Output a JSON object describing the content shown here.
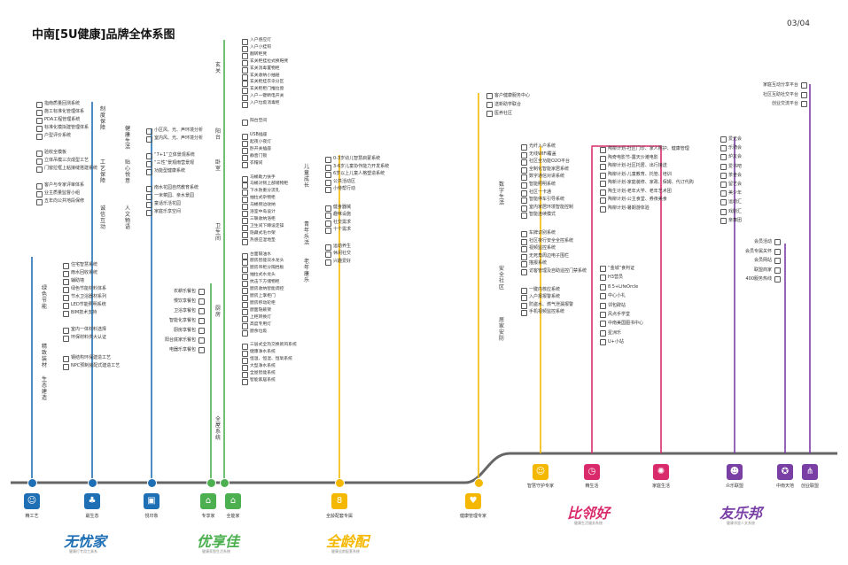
{
  "title": "中南[5U健康]品牌全体系图",
  "page_number": "03/04",
  "col1": {
    "groups": [
      {
        "label": "制度保障"
      },
      {
        "label": "工艺保障"
      },
      {
        "label": "诚信互动"
      }
    ],
    "items": [
      "指南质量回测系统",
      "施工标准化管理体系",
      "PDA工程管理系统",
      "标准化模拟建管理体系",
      "户型评价系统",
      "验收全模板",
      "立体吊模三次成型工艺",
      "门窗拉框上粘接缝搭建系统",
      "客户与专家评审体系",
      "业主质量监督小组",
      "五年向公共地段保修"
    ]
  },
  "col2": {
    "groups": [
      {
        "label": "健康生活"
      },
      {
        "label": "贴心悦意"
      },
      {
        "label": "人文物语"
      }
    ],
    "items": [
      "小区风、光、声环境分析",
      "室内风、光、声环境分析",
      "“7+1”立体景观系统",
      "“三性”景观雨营景观",
      "功能型健康系统",
      "南水花园自然教育系统",
      "一米菜园、亲水景园",
      "童话乐活花园",
      "家庭乐享空间"
    ]
  },
  "col3": {
    "groups": [
      {
        "label": "绿色节能"
      },
      {
        "label": "精致装材"
      },
      {
        "label": "生态建造"
      }
    ],
    "items": [
      "住宅智慧系统",
      "雨水回收系统",
      "辅助墙",
      "绿色节能材料体系",
      "节水卫浴器材系列",
      "LED节能照明系统",
      "BIM技术支持",
      "室内一体材料选择",
      "环保材料供大认证",
      "钢结构环保建造工艺",
      "NPC预制装配式建造工艺"
    ]
  },
  "col4": {
    "items": [
      "农耕乐餐包",
      "慢饮享餐包",
      "卫浴享餐包",
      "智能化享餐包",
      "厨房享餐包",
      "阳台底家乐餐包",
      "电器乐享餐包"
    ]
  },
  "col5": {
    "groups": [
      {
        "label": "玄关"
      },
      {
        "label": "阳台"
      },
      {
        "label": "卧室"
      },
      {
        "label": "卫生间"
      },
      {
        "label": "厨房"
      },
      {
        "label": "全屋系统"
      }
    ],
    "items": [
      "入户感应灯",
      "入户小挂钩",
      "翻转柜凳",
      "玄关柜挂拉式换鞋凳",
      "玄关消毒置物柜",
      "玄关收纳小抽屉",
      "玄关柜挂衣伞分区",
      "玄关柜柜门推拉窗",
      "入户一键断电开关",
      "入户垃圾消毒柜",
      "阳台空间",
      "USB插座",
      "起夜小夜灯",
      "卧开关插座",
      "静音门锁",
      "衣帽间",
      "马桶助力扶手",
      "马桶对侧上部储物柜",
      "下水防重分流孔",
      "抽拉式杂物柜",
      "马桶侧边收纳",
      "浴室中岛设计",
      "三联收纳浴柜",
      "卫生间下蹲设定操",
      "隐藏式毛巾架",
      "热感应湿地垫",
      "台面隔油水",
      "厨房智能双水龙头",
      "厨房吊柜分隔挡板",
      "抽拉式水龙头",
      "抗击下方储物柜",
      "厨房收纳智能调控",
      "厨房上掌柜门",
      "厨房移动轮柜",
      "厨面隐蔽架",
      "上柜转换灯",
      "高度专用灯",
      "厨余垃圾",
      "三层式全热交换新风系统",
      "健康净水系统",
      "恒温、恒湿、恒氧系统",
      "大型净水系统",
      "全屋智能系统",
      "智能家居系统"
    ]
  },
  "col6": {
    "groups": [
      {
        "label": "儿童成长"
      },
      {
        "label": "青年乐活"
      },
      {
        "label": "老年康乐"
      }
    ],
    "items": [
      "0-3岁幼儿智慧启蒙系统",
      "3-6岁儿童协作能力开发系统",
      "6岁以上儿童人格塑造系统",
      "公共活动区",
      "小侍帮行动",
      "健身器械",
      "趣味设施",
      "社交需求",
      "十个需求",
      "运动养生",
      "休闲社交",
      "兴趣爱好"
    ]
  },
  "col7": {
    "top": [
      "客户健康服务中心",
      "送新助学联合",
      "医养社区"
    ],
    "groups": [
      {
        "label": "数字生活"
      },
      {
        "label": "安全社区"
      },
      {
        "label": "居家安防"
      }
    ],
    "items": [
      "光纤入户系统",
      "无线WIFI覆盖",
      "社区全功能O2O平台",
      "全制化智能家居系统",
      "数字通信对讲系统",
      "智能照明系统",
      "社区一卡通",
      "智能停车引导系统",
      "室内家居环境智能控制",
      "智能连续模式",
      "车牌识别系统",
      "社区夜行安全全控系统",
      "视频监控系统",
      "无死角周边电子围栏",
      "描报系统",
      "访客管理及自助遥控门禁系统",
      "一键内核应系统",
      "入户报报警系统",
      "防盗水、燃气泄漏报警",
      "手机视频监控系统"
    ]
  },
  "col8": {
    "items": [
      "陶柳计划-社区门诊、家人照护、健康管理",
      "陶奇电影节-露天沙滩电影",
      "陶柳计划-社区托居、出行接送",
      "陶柳计划-儿童教育、托管、培训",
      "陶新计划-家庭装修、家政、保姆、代订代购",
      "陶生计划-老年大学、老年艺术团",
      "陶柳计划-公主食堂、券夜美食",
      "陶柳计划-暑期游体验"
    ]
  },
  "col9": {
    "items": [
      "“金城”食判证",
      "H3营员",
      "8.5+LifeOrcle",
      "中心小礼",
      "邻包辟站",
      "风点手学堂",
      "中南美国图书中心",
      "星洲乐",
      "U+小站"
    ]
  },
  "col10": {
    "top": [
      "家庭互动分享平台",
      "社区互助社交平台",
      "创业交流平台"
    ],
    "mid": [
      "爱无会",
      "乐骑会",
      "炉友会",
      "爱书吧",
      "茶舍会",
      "留艺会",
      "美少年",
      "运动汇",
      "戏剧汇",
      "亲舞团"
    ],
    "bottom": [
      "会员活动",
      "会员专属关怀",
      "会员网站",
      "联盟商家",
      "400服务热线"
    ]
  },
  "timeline": {
    "nodes": [
      {
        "label": "精工艺",
        "icon": "person-icon",
        "color": "#1f6fb4"
      },
      {
        "label": "最生态",
        "icon": "tree-icon",
        "color": "#1f6fb4"
      },
      {
        "label": "悦印象",
        "icon": "frame-icon",
        "color": "#1f6fb4"
      },
      {
        "label": "专享家",
        "icon": "house-icon",
        "color": "#4caf50"
      },
      {
        "label": "全能家",
        "icon": "house-icon",
        "color": "#4caf50"
      },
      {
        "label": "全龄配套专属",
        "icon": "figure-eight-icon",
        "color": "#f5b800"
      },
      {
        "label": "健康管理专家",
        "icon": "heart-icon",
        "color": "#f5b800"
      },
      {
        "label": "智慧守护专家",
        "icon": "people-icon",
        "color": "#f5b800"
      },
      {
        "label": "精生活",
        "icon": "clock-icon",
        "color": "#d92b6b"
      },
      {
        "label": "家庭生活",
        "icon": "cake-icon",
        "color": "#d92b6b"
      },
      {
        "label": "众乐联盟",
        "icon": "group-icon",
        "color": "#7a3fa5"
      },
      {
        "label": "中南天地",
        "icon": "medal-icon",
        "color": "#7a3fa5"
      },
      {
        "label": "创业联盟",
        "icon": "share-icon",
        "color": "#7a3fa5"
      }
    ],
    "brands": [
      {
        "text": "无忧",
        "badge": "家",
        "tagline": "健康打专用工具系",
        "color": "#1f6fb4"
      },
      {
        "text": "优享",
        "badge": "佳",
        "tagline": "健康家智生活系统",
        "color": "#4caf50"
      },
      {
        "text": "全龄",
        "badge": "配",
        "tagline": "健康全龄配套系统",
        "color": "#f5b800"
      },
      {
        "text": "比邻",
        "badge": "好",
        "tagline": "健康生活服务系统",
        "color": "#d92b6b"
      },
      {
        "text": "友乐",
        "badge": "邦",
        "tagline": "健康邻里人文系统",
        "color": "#7a3fa5"
      }
    ]
  }
}
